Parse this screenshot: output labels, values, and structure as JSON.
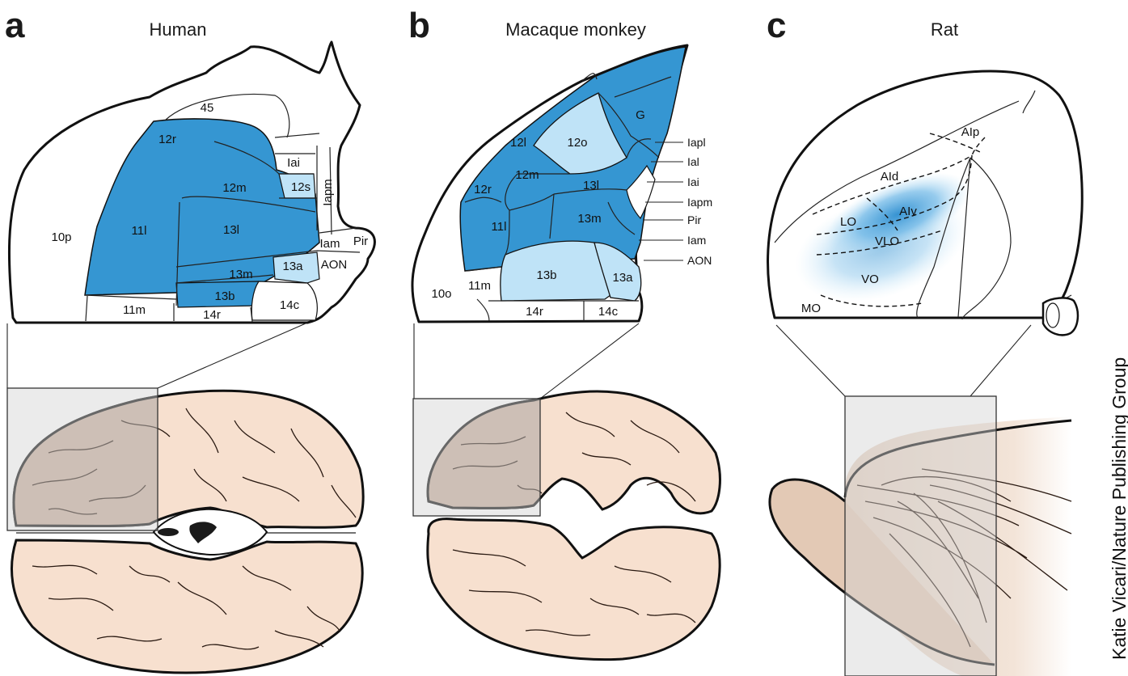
{
  "colors": {
    "dark_blue": "#3596d2",
    "light_blue": "#bfe3f7",
    "brain_tissue": "#f7e0cf",
    "brain_shaded": "#c9b09e",
    "inset_gray": "#d2d2d2",
    "outline": "#111111"
  },
  "panels": [
    {
      "letter": "a",
      "title": "Human",
      "regions": [
        "45",
        "12r",
        "Iai",
        "12s",
        "12m",
        "Iapm",
        "10p",
        "11l",
        "13l",
        "Iam",
        "Pir",
        "13m",
        "13a",
        "AON",
        "13b",
        "11m",
        "14c",
        "14r"
      ]
    },
    {
      "letter": "b",
      "title": "Macaque monkey",
      "regions": [
        "G",
        "12o",
        "12l",
        "12m",
        "13l",
        "12r",
        "13m",
        "11l",
        "13b",
        "13a",
        "11m",
        "10o",
        "14r",
        "14c"
      ],
      "side_labels": [
        "Iapl",
        "Ial",
        "Iai",
        "Iapm",
        "Pir",
        "Iam",
        "AON"
      ]
    },
    {
      "letter": "c",
      "title": "Rat",
      "regions": [
        "AIp",
        "AId",
        "AIv",
        "LO",
        "VLO",
        "VO",
        "MO"
      ]
    }
  ],
  "credit": "Katie Vicari/Nature Publishing Group"
}
